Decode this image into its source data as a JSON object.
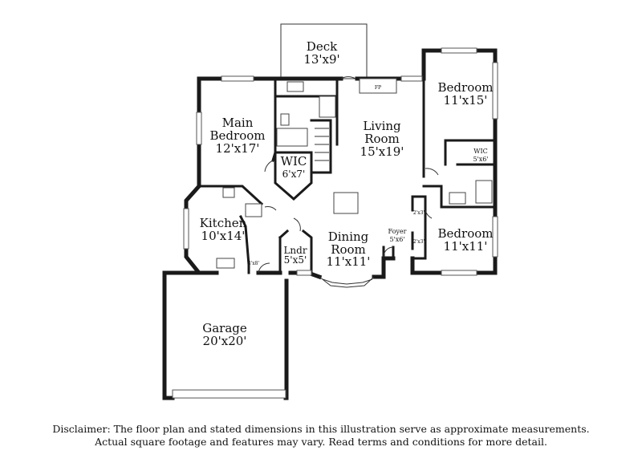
{
  "rooms": {
    "deck": {
      "name": "Deck",
      "dims": "13'x9'"
    },
    "main_bedroom": {
      "name1": "Main",
      "name2": "Bedroom",
      "dims": "12'x17'"
    },
    "wic_main": {
      "name": "WIC",
      "dims": "6'x7'"
    },
    "living_room": {
      "name1": "Living",
      "name2": "Room",
      "dims": "15'x19'"
    },
    "bedroom_upper": {
      "name": "Bedroom",
      "dims": "11'x15'"
    },
    "wic_small": {
      "name": "WIC",
      "dims": "5'x6'"
    },
    "kitchen": {
      "name": "Kitchen",
      "dims": "10'x14'"
    },
    "dining_room": {
      "name1": "Dining",
      "name2": "Room",
      "dims": "11'x11'"
    },
    "foyer": {
      "name": "Foyer",
      "dims": "5'x6'"
    },
    "laundry": {
      "name": "Lndr",
      "dims": "5'x5'"
    },
    "bedroom_lower": {
      "name": "Bedroom",
      "dims": "11'x11'"
    },
    "garage": {
      "name": "Garage",
      "dims": "20'x20'"
    }
  },
  "labels": {
    "fireplace": "FP",
    "closet_upper": "2'x3'",
    "closet_lower": "2'x3'",
    "pantry": "4'x8'"
  },
  "disclaimer": {
    "line1": "Disclaimer: The floor plan and stated dimensions in this illustration serve as approximate measurements.",
    "line2": "Actual square footage and features may vary. Read terms and conditions for more detail."
  }
}
